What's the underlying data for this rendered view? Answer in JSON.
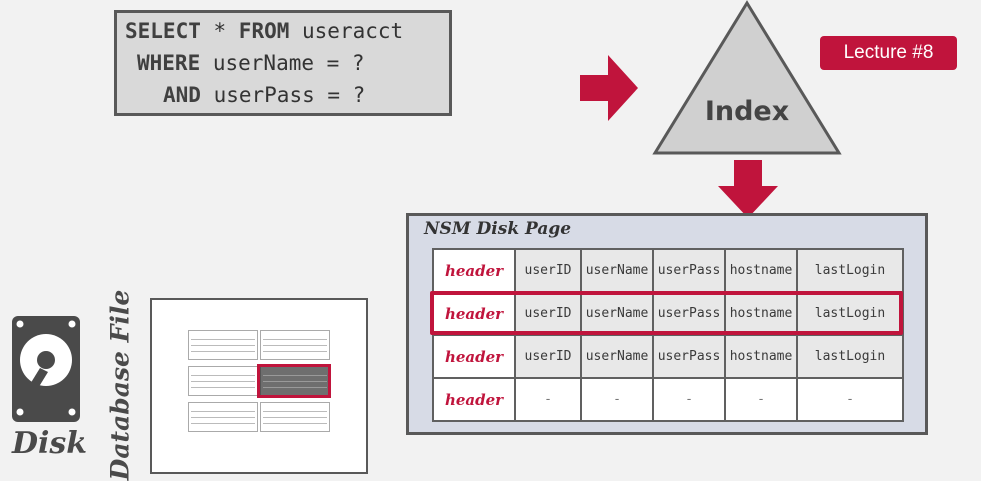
{
  "sql": {
    "line1_kw1": "SELECT",
    "line1_rest": " * ",
    "line1_kw2": "FROM",
    "line1_tail": " useracct",
    "line2_kw": "WHERE",
    "line2_tail": " userName = ?",
    "line3_kw": "AND",
    "line3_tail": " userPass = ?"
  },
  "index_label": "Index",
  "lecture_badge": "Lecture #8",
  "disk_label": "Disk",
  "database_file_label": "Database File",
  "nsm_page": {
    "title": "NSM Disk Page",
    "rows": [
      [
        "header",
        "userID",
        "userName",
        "userPass",
        "hostname",
        "lastLogin"
      ],
      [
        "header",
        "userID",
        "userName",
        "userPass",
        "hostname",
        "lastLogin"
      ],
      [
        "header",
        "userID",
        "userName",
        "userPass",
        "hostname",
        "lastLogin"
      ],
      [
        "header",
        "-",
        "-",
        "-",
        "-",
        "-"
      ]
    ],
    "highlighted_row": 2
  },
  "colors": {
    "accent": "#c0143c",
    "panel": "#d7dbe6",
    "gray": "#d9d9d9"
  }
}
